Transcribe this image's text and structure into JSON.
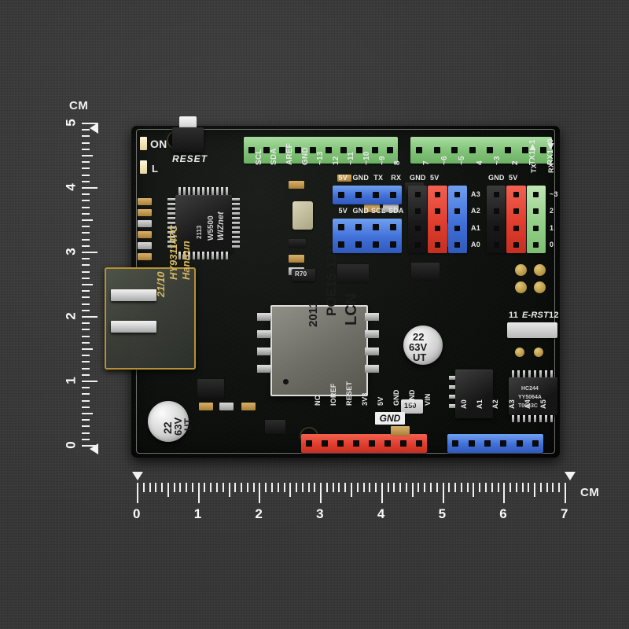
{
  "scene": {
    "description": "Product photo of an Arduino-compatible PoE Ethernet shield on dark fabric background",
    "background_color": "#343434",
    "board_color": "#0d100d"
  },
  "rulers": {
    "vertical": {
      "unit_label": "CM",
      "numbers": [
        "5",
        "4",
        "3",
        "2",
        "1",
        "0"
      ],
      "min": 0,
      "max": 5,
      "marker_positions": [
        0,
        5
      ]
    },
    "horizontal": {
      "unit_label": "CM",
      "numbers": [
        "0",
        "1",
        "2",
        "3",
        "4",
        "5",
        "6",
        "7"
      ],
      "min": 0,
      "max": 7,
      "marker_positions": [
        0,
        7
      ]
    }
  },
  "board": {
    "indicators": [
      {
        "name": "power-led",
        "label": "ON"
      },
      {
        "name": "l-led",
        "label": "L"
      }
    ],
    "buttons": [
      {
        "name": "reset-button",
        "label": "RESET"
      }
    ],
    "chips": [
      {
        "name": "ethernet-controller",
        "brand": "WIZnet",
        "part": "W5500",
        "lot": "2113"
      },
      {
        "name": "buffer-ic",
        "lines": [
          "HC244",
          "YY5064A",
          "T0043C"
        ]
      }
    ],
    "rj45": {
      "name": "ethernet-jack",
      "brand": "HanRun",
      "part": "HY931147C",
      "date_code": "21/10"
    },
    "poe_module": {
      "name": "poe-module",
      "brand": "LCN",
      "part": "POE15-131KL",
      "date_code": "2011"
    },
    "capacitors": [
      {
        "name": "electrolytic-cap-left",
        "value": "22",
        "voltage": "63V",
        "code": "UT"
      },
      {
        "name": "electrolytic-cap-right",
        "value": "22",
        "voltage": "63V",
        "code": "UT"
      }
    ],
    "resistors": [
      {
        "name": "resistor-r70",
        "code": "R70"
      },
      {
        "name": "resistor-150",
        "code": "150"
      }
    ],
    "jumper": {
      "name": "e-rst-jumper",
      "left_pin": "11",
      "label": "E-RST",
      "right_pin": "12"
    },
    "headers": {
      "digital_left": {
        "name": "digital-header-left",
        "color": "green",
        "pins": [
          "SCL",
          "SDA",
          "AREF",
          "GND",
          "~13",
          "12",
          "~11",
          "~10",
          "~9",
          "8"
        ]
      },
      "digital_right": {
        "name": "digital-header-right",
        "color": "green",
        "pins": [
          "7",
          "~6",
          "~5",
          "4",
          "~3",
          "2",
          "TX1▶1",
          "RX1◀0"
        ]
      },
      "uart_gravity": {
        "name": "uart-gravity-connector",
        "color": "blue",
        "labels": [
          "5V",
          "GND",
          "TX",
          "RX"
        ]
      },
      "i2c_gravity": {
        "name": "i2c-gravity-connector",
        "color": "blue",
        "labels": [
          "5V",
          "GND",
          "SCL",
          "SDA"
        ],
        "rows": 2
      },
      "analog_gravity": {
        "name": "analog-gravity-connector",
        "color_groups": [
          "black",
          "red",
          "blue"
        ],
        "rail_labels": [
          "GND",
          "5V"
        ],
        "pins": [
          "A3",
          "A2",
          "A1",
          "A0"
        ]
      },
      "digital_gravity": {
        "name": "digital-gravity-connector",
        "color_groups": [
          "black",
          "red",
          "green"
        ],
        "rail_labels": [
          "GND",
          "5V"
        ],
        "pins": [
          "~3",
          "2",
          "1",
          "0"
        ],
        "serial_labels": [
          "TX",
          "RX"
        ]
      },
      "power_header": {
        "name": "power-header",
        "color": "red",
        "pins": [
          "NC",
          "IOREF",
          "RESET",
          "3V3",
          "5V",
          "GND",
          "GND",
          "VIN"
        ]
      },
      "analog_header": {
        "name": "analog-header",
        "color": "blue",
        "pins": [
          "A0",
          "A1",
          "A2",
          "A3",
          "A4",
          "A5"
        ]
      }
    },
    "silkscreen_extra": [
      "GND"
    ]
  }
}
